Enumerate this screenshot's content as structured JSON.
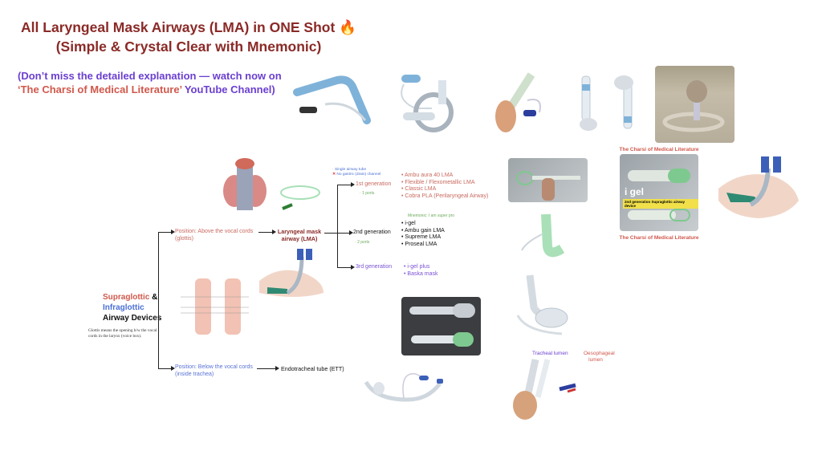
{
  "header": {
    "title_line1": "All Laryngeal Mask Airways (LMA) in ONE Shot 🔥",
    "title_line2": "(Simple & Crystal Clear with Mnemonic)",
    "promo_line1": "(Don’t miss the detailed explanation — watch now on",
    "promo_channel": "‘The Charsi of Medical Literature’",
    "promo_suffix": "YouTube Channel)"
  },
  "root": {
    "supraglottic": "Supraglottic",
    "amp": "&",
    "infraglottic": "Infraglottic",
    "devices": "Airway Devices",
    "note": "Glottis means the opening b/w the vocal cords in the larynx (voice box)."
  },
  "branches": {
    "above": {
      "position": "Position: Above the vocal cords (glottis)",
      "device": "Laryngeal mask airway (LMA)"
    },
    "below": {
      "position": "Position: Below the vocal cords (inside trachea)",
      "device": "Endotracheal tube (ETT)"
    }
  },
  "generations": {
    "first_notes": [
      "Single airway tube",
      "No gastric (drain) channel"
    ],
    "first": {
      "label": "1st generation",
      "ports": "1 ports",
      "items": [
        "Ambu aura 40 LMA",
        "Flexible / Flexometallic LMA",
        "Classic LMA",
        "Cobra PLA (Perilaryngeal Airway)"
      ]
    },
    "second": {
      "label": "2nd generation",
      "ports": "2 ports",
      "mnemonic": "Mnemonic: I am super pro",
      "items": [
        "i-gel",
        "Ambu gain LMA",
        "Supreme LMA",
        "Proseal LMA"
      ]
    },
    "third": {
      "label": "3rd generation",
      "items": [
        "i-gel plus",
        "Baska mask"
      ]
    }
  },
  "captions": {
    "watermark_top": "The Charsi of Medical Literature",
    "watermark_bottom": "The Charsi of Medical Literature",
    "igel_label": "i gel",
    "igel_banner": "2nd generation Supraglottic airway device",
    "tracheal_lumen": "Tracheal lumen",
    "oesophageal_lumen": "Oesophageal lumen"
  },
  "colors": {
    "title": "#8a2a27",
    "promo": "#6b3fd0",
    "channel": "#d0584c",
    "supraglottic": "#d0584c",
    "infraglottic": "#4a6fd6",
    "green": "#6bab5a",
    "purple": "#7a52d4"
  }
}
